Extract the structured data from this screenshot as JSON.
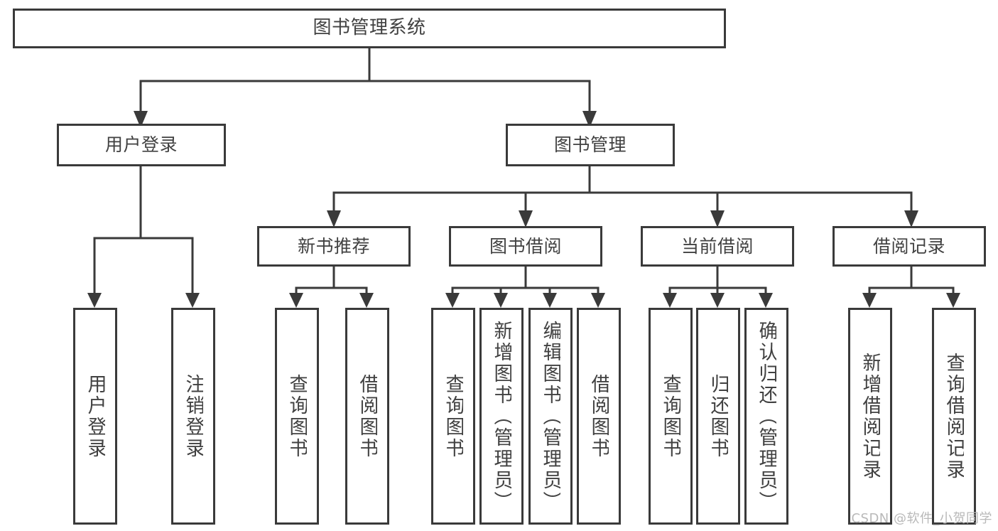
{
  "diagram": {
    "type": "tree",
    "title": "图书管理系统",
    "orientation": "top-down",
    "colors": {
      "stroke": "#3a3a3a",
      "fill": "#ffffff",
      "text": "#414141",
      "watermark": "#b9b9b9"
    },
    "root": {
      "label": "图书管理系统"
    },
    "level2": [
      {
        "label": "用户登录"
      },
      {
        "label": "图书管理"
      }
    ],
    "level3": [
      {
        "label": "新书推荐"
      },
      {
        "label": "图书借阅"
      },
      {
        "label": "当前借阅"
      },
      {
        "label": "借阅记录"
      }
    ],
    "leaves": {
      "user_login": [
        {
          "label": "用户登录"
        },
        {
          "label": "注销登录"
        }
      ],
      "new_book_recommend": [
        {
          "label": "查询图书"
        },
        {
          "label": "借阅图书"
        }
      ],
      "book_borrow": [
        {
          "label": "查询图书"
        },
        {
          "label": "新增图书（管理员）"
        },
        {
          "label": "编辑图书（管理员）"
        },
        {
          "label": "借阅图书"
        }
      ],
      "current_borrow": [
        {
          "label": "查询图书"
        },
        {
          "label": "归还图书"
        },
        {
          "label": "确认归还（管理员）"
        }
      ],
      "borrow_record": [
        {
          "label": "新增借阅记录"
        },
        {
          "label": "查询借阅记录"
        }
      ]
    }
  },
  "watermark": {
    "text": "CSDN @软件_小贺同学"
  }
}
